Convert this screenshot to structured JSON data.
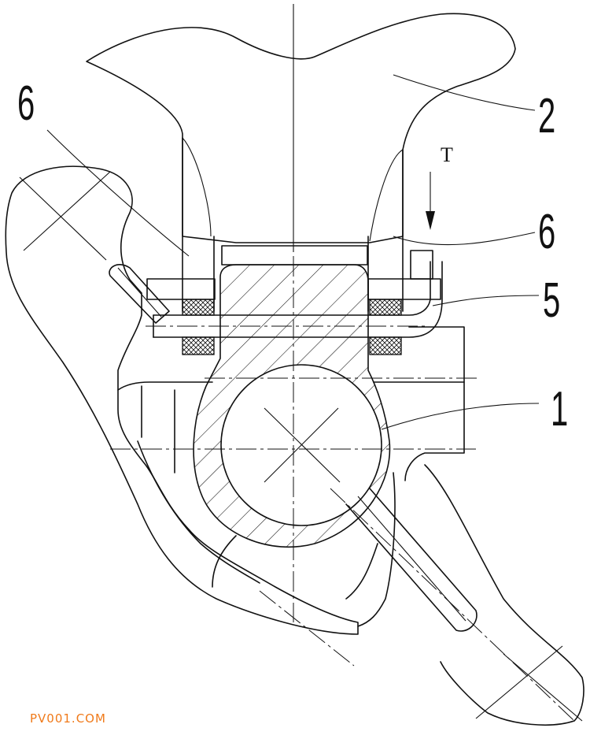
{
  "drawing": {
    "callouts": [
      {
        "id": "part-2",
        "text": "2"
      },
      {
        "id": "part-6-left",
        "text": "6"
      },
      {
        "id": "part-6-right",
        "text": "6"
      },
      {
        "id": "part-5",
        "text": "5"
      },
      {
        "id": "part-1",
        "text": "1"
      }
    ],
    "direction_label": "T"
  },
  "watermark": "PV001.COM",
  "colors": {
    "line": "#111111",
    "watermark": "#f07a1a"
  }
}
